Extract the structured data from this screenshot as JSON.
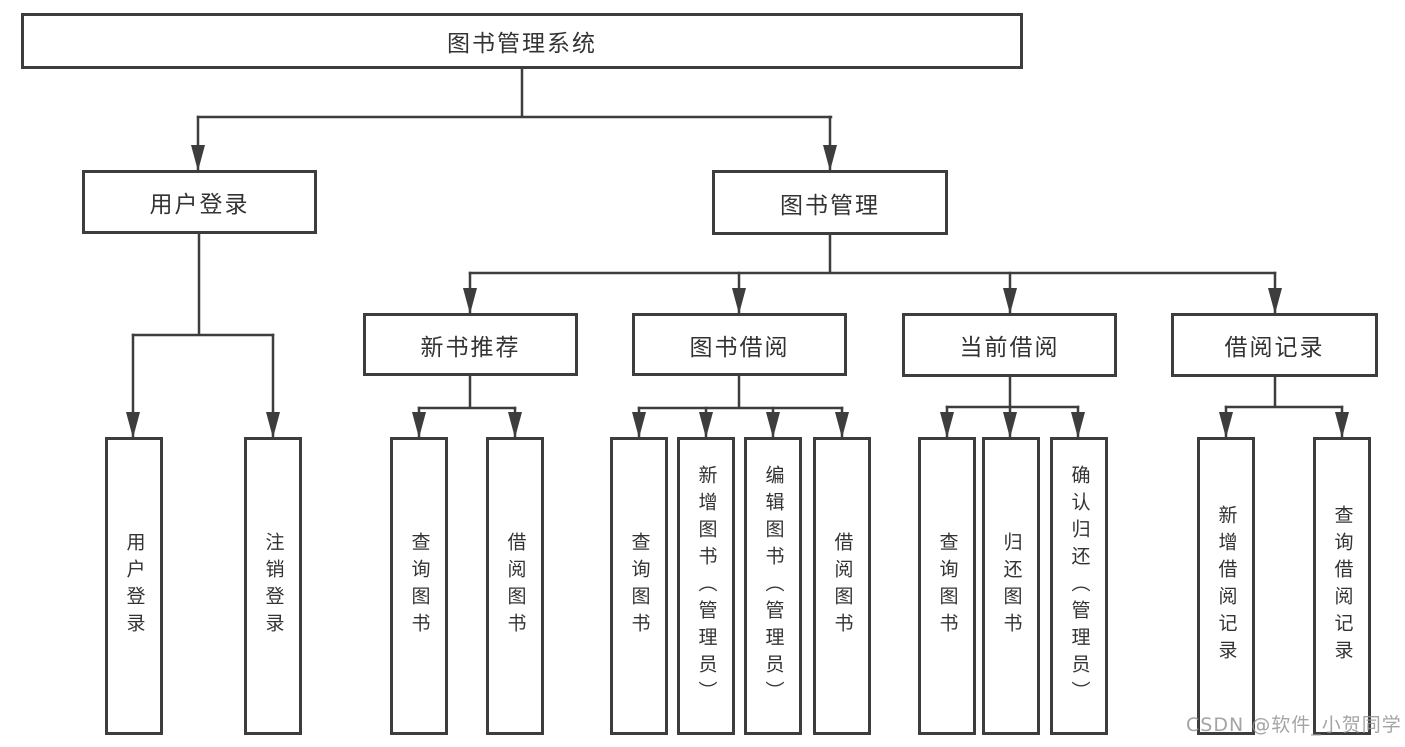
{
  "diagram": {
    "type": "org-tree",
    "colors": {
      "line": "#3d3d3d",
      "box_border": "#3d3d3d",
      "box_background": "#ffffff",
      "text": "#333333",
      "watermark": "#949494"
    },
    "tree": {
      "label": "图书管理系统",
      "children": [
        {
          "label": "用户登录",
          "children": [
            {
              "label": "用户登录"
            },
            {
              "label": "注销登录"
            }
          ]
        },
        {
          "label": "图书管理",
          "children": [
            {
              "label": "新书推荐",
              "children": [
                {
                  "label": "查询图书"
                },
                {
                  "label": "借阅图书"
                }
              ]
            },
            {
              "label": "图书借阅",
              "children": [
                {
                  "label": "查询图书"
                },
                {
                  "label": "新增图书（管理员）"
                },
                {
                  "label": "编辑图书（管理员）"
                },
                {
                  "label": "借阅图书"
                }
              ]
            },
            {
              "label": "当前借阅",
              "children": [
                {
                  "label": "查询图书"
                },
                {
                  "label": "归还图书"
                },
                {
                  "label": "确认归还（管理员）"
                }
              ]
            },
            {
              "label": "借阅记录",
              "children": [
                {
                  "label": "新增借阅记录"
                },
                {
                  "label": "查询借阅记录"
                }
              ]
            }
          ]
        }
      ]
    },
    "watermark": "CSDN @软件_小贺同学"
  }
}
